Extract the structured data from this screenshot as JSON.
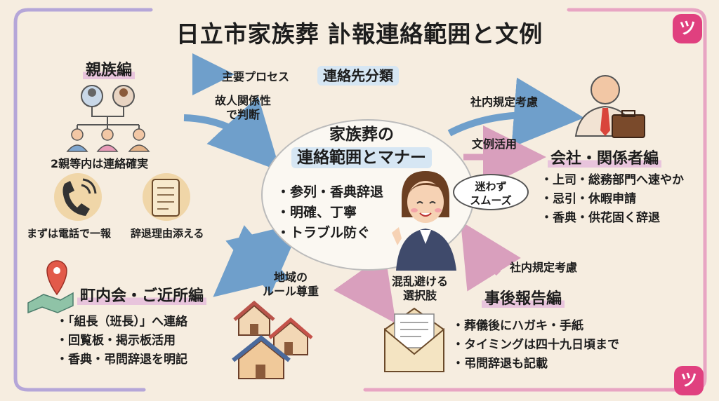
{
  "title": "日立市家族葬 訃報連絡範囲と文例",
  "legend": {
    "process_label": "主要プロセス",
    "category_label": "連絡先分類"
  },
  "center": {
    "title_line1": "家族葬の",
    "title_line2": "連絡範囲とマナー",
    "points": [
      "・参列・香典辞退",
      "・明確、丁寧",
      "・トラブル防ぐ"
    ],
    "bubble_line1": "迷わず",
    "bubble_line2": "スムーズ"
  },
  "relatives": {
    "heading": "親族編",
    "caption": "2親等内は連絡確実",
    "phone_caption": "まずは電話で一報",
    "scroll_caption": "辞退理由添える"
  },
  "company": {
    "heading": "会社・関係者編",
    "items": [
      "・上司・総務部門へ速やか",
      "・忌引・休暇申請",
      "・香典・供花固く辞退"
    ]
  },
  "neighborhood": {
    "heading": "町内会・ご近所編",
    "items": [
      "・「組長（班長）」へ連絡",
      "・回覧板・掲示板活用",
      "・香典・弔問辞退を明記"
    ]
  },
  "after_report": {
    "heading": "事後報告編",
    "items": [
      "・葬儀後にハガキ・手紙",
      "・タイミングは四十九日頃まで",
      "・弔問辞退も記載"
    ]
  },
  "arrows": {
    "to_center_from_relatives": [
      "故人関係性",
      "で判断"
    ],
    "to_company_top": "社内規定考慮",
    "to_company_mid": "文例活用",
    "from_after_report": "社内規定考慮",
    "to_neighborhood": [
      "地域の",
      "ルール尊重"
    ],
    "to_after_report": [
      "混乱避ける",
      "選択肢"
    ]
  },
  "logo_text": "ツ",
  "colors": {
    "frame_purple": "#b5a6d8",
    "frame_pink": "#e8a5c3",
    "arrow_blue": "#6f9fcb",
    "arrow_pink": "#d99fbd",
    "accent_magenta": "#e0407f",
    "highlight_pink": "#e8c4dc"
  }
}
